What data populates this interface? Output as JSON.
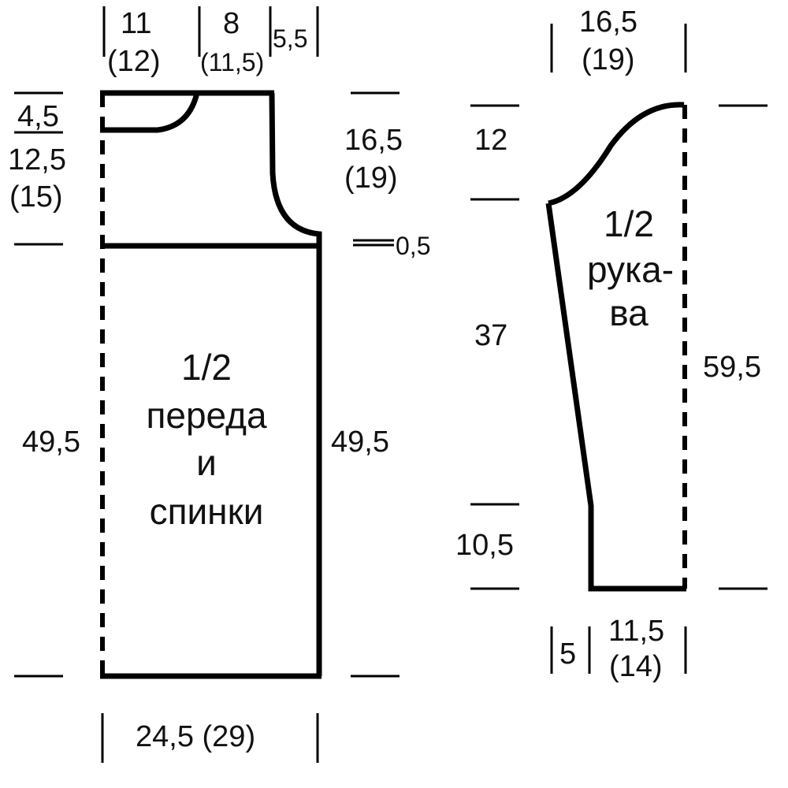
{
  "body_piece": {
    "title_line1": "1/2",
    "title_line2": "переда",
    "title_line3": "и",
    "title_line4": "спинки",
    "top_shoulder_width": "11",
    "top_shoulder_width_alt": "(12)",
    "top_neck_width": "8",
    "top_neck_width_alt": "(11,5)",
    "top_armhole_width": "5,5",
    "neck_depth": "4,5",
    "armhole_height_left": "12,5",
    "armhole_height_left_alt": "(15)",
    "armhole_height_right": "16,5",
    "armhole_height_right_alt": "(19)",
    "shoulder_offset": "0,5",
    "body_length_left": "49,5",
    "body_length_right": "49,5",
    "bottom_width": "24,5 (29)"
  },
  "sleeve_piece": {
    "title_line1": "1/2",
    "title_line2": "рука-",
    "title_line3": "ва",
    "top_width": "16,5",
    "top_width_alt": "(19)",
    "cap_height": "12",
    "taper_length": "37",
    "cuff_length": "10,5",
    "total_length": "59,5",
    "bottom_offset": "5",
    "bottom_width": "11,5",
    "bottom_width_alt": "(14)"
  }
}
